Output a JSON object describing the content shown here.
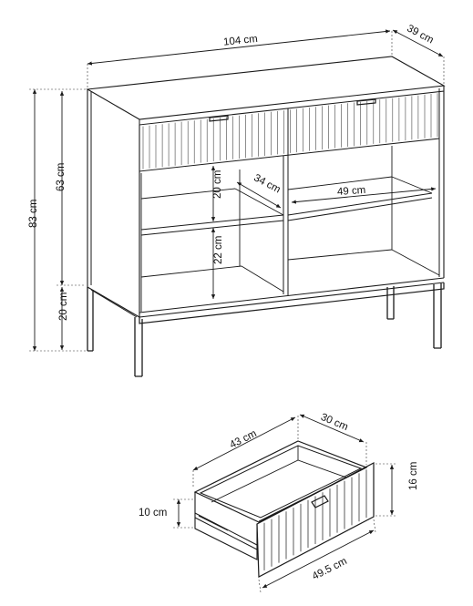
{
  "cabinet": {
    "dims": {
      "width": "104 cm",
      "depth": "39 cm",
      "total_height": "83 cm",
      "body_height": "63 cm",
      "leg_height": "20 cm",
      "upper_shelf_height": "20 cm",
      "lower_shelf_height": "22 cm",
      "shelf_depth": "34 cm",
      "compartment_width": "49 cm"
    }
  },
  "drawer": {
    "dims": {
      "length": "43 cm",
      "depth": "30 cm",
      "front_height": "16 cm",
      "inner_height": "10 cm",
      "front_width": "49.5 cm"
    }
  }
}
